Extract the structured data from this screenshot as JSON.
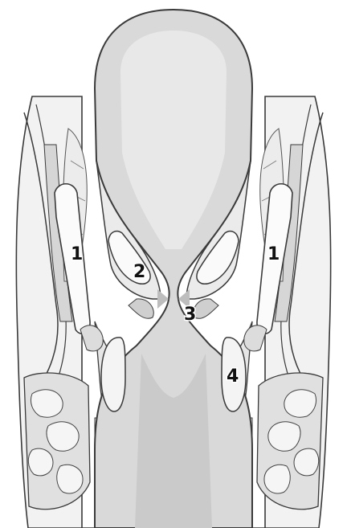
{
  "labels": {
    "l1_left": "1",
    "l1_right": "1",
    "l2": "2",
    "l3": "3",
    "l4": "4"
  },
  "colors": {
    "background": "#ffffff",
    "lumen": "#d9d9d9",
    "lumen_dark": "#c4c4c4",
    "outline": "#3a3a3a",
    "tissue": "#f2f2f2",
    "muscle": "#e3e3e3",
    "shade": "#bdbdbd"
  }
}
